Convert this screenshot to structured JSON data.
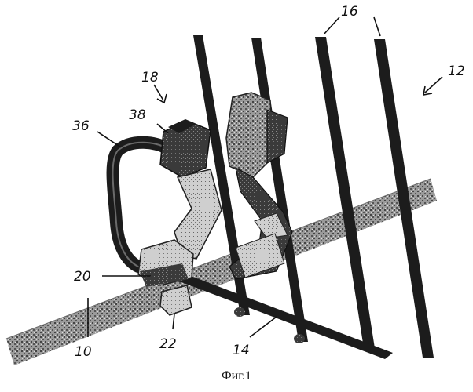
{
  "figure": {
    "caption": "Фиг.1",
    "labels": {
      "l10": "10",
      "l12": "12",
      "l14": "14",
      "l16": "16",
      "l18": "18",
      "l20": "20",
      "l22": "22",
      "l36": "36",
      "l38": "38"
    }
  }
}
